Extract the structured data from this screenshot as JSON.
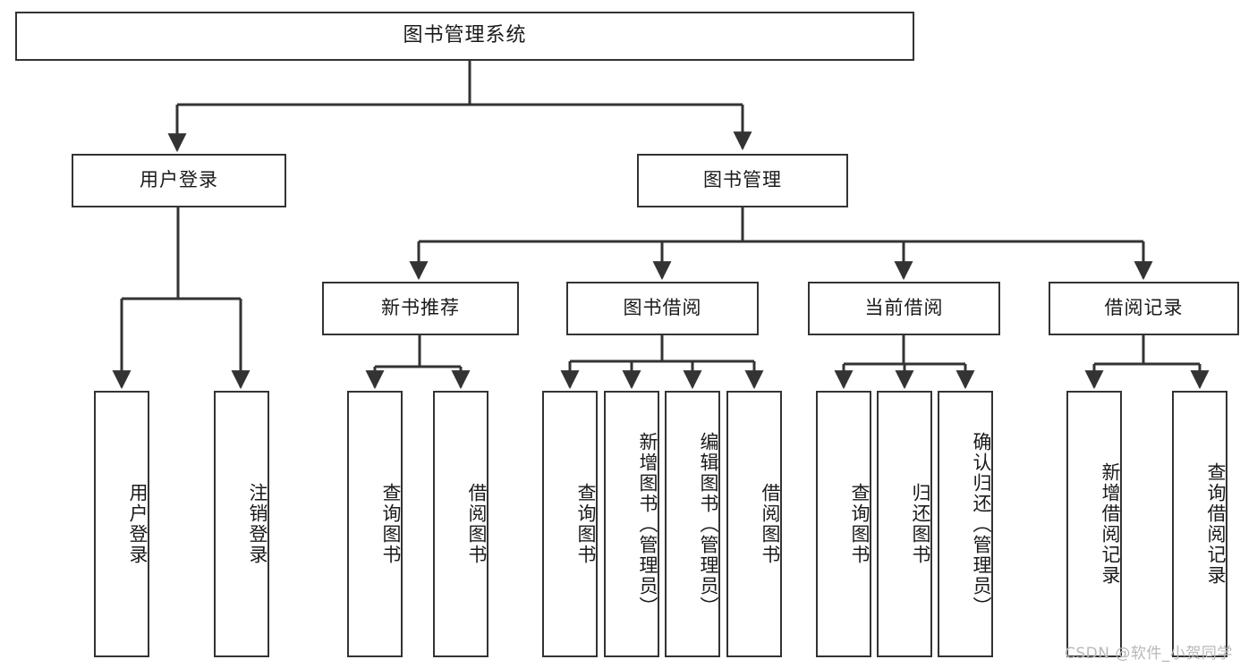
{
  "diagram": {
    "title": "图书管理系统",
    "type": "功能结构图",
    "watermark": "CSDN @软件_小贺同学",
    "colors": {
      "box_border": "#333333",
      "box_fill": "#ffffff",
      "connector": "#333333",
      "text": "#1a1a1a",
      "watermark": "#b8b8b8"
    },
    "nodes": {
      "root": {
        "label": "图书管理系统"
      },
      "level1": [
        {
          "id": "user-login",
          "label": "用户登录"
        },
        {
          "id": "book-management",
          "label": "图书管理"
        }
      ],
      "level2": [
        {
          "id": "new-book-recommend",
          "label": "新书推荐",
          "parent": "book-management"
        },
        {
          "id": "book-borrow",
          "label": "图书借阅",
          "parent": "book-management"
        },
        {
          "id": "current-borrow",
          "label": "当前借阅",
          "parent": "book-management"
        },
        {
          "id": "borrow-record",
          "label": "借阅记录",
          "parent": "book-management"
        }
      ],
      "leaves": {
        "user-login": [
          {
            "id": "leaf-user-login",
            "label": "用户登录"
          },
          {
            "id": "leaf-user-logout",
            "label": "注销登录"
          }
        ],
        "new-book-recommend": [
          {
            "id": "leaf-query-book-1",
            "label": "查询图书"
          },
          {
            "id": "leaf-borrow-book-1",
            "label": "借阅图书"
          }
        ],
        "book-borrow": [
          {
            "id": "leaf-query-book-2",
            "label": "查询图书"
          },
          {
            "id": "leaf-add-book",
            "label": "新增图书（管理员）"
          },
          {
            "id": "leaf-edit-book",
            "label": "编辑图书（管理员）"
          },
          {
            "id": "leaf-borrow-book-2",
            "label": "借阅图书"
          }
        ],
        "current-borrow": [
          {
            "id": "leaf-query-book-3",
            "label": "查询图书"
          },
          {
            "id": "leaf-return-book",
            "label": "归还图书"
          },
          {
            "id": "leaf-confirm-return",
            "label": "确认归还（管理员）"
          }
        ],
        "borrow-record": [
          {
            "id": "leaf-add-record",
            "label": "新增借阅记录"
          },
          {
            "id": "leaf-query-record",
            "label": "查询借阅记录"
          }
        ]
      }
    }
  }
}
